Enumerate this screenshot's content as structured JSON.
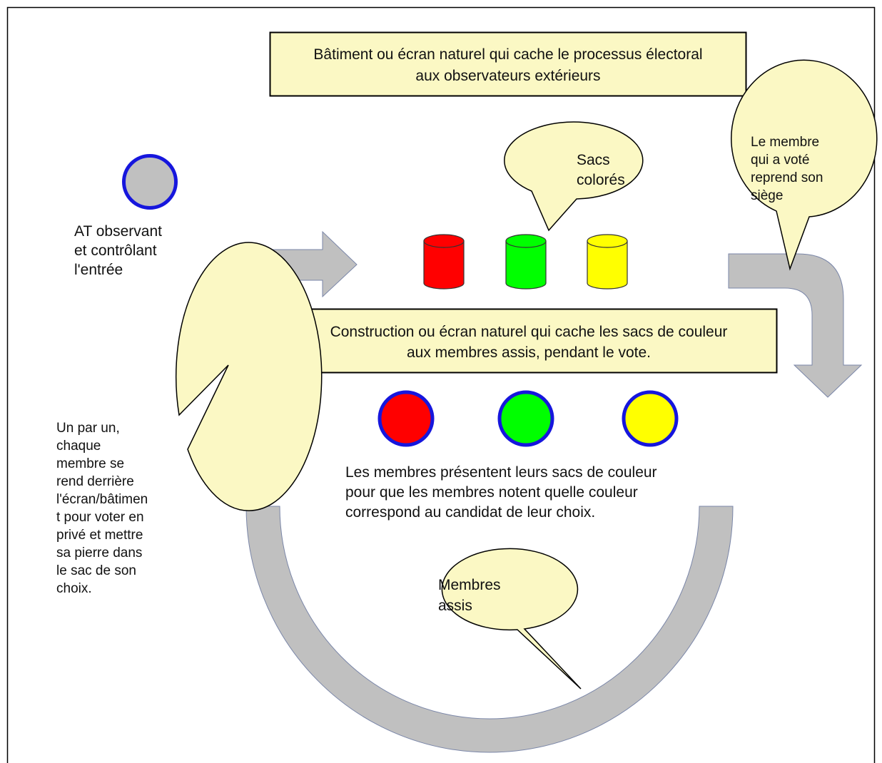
{
  "diagram": {
    "top_box": {
      "lines": [
        "Bâtiment ou écran naturel qui cache le processus électoral",
        "aux observateurs extérieurs"
      ]
    },
    "middle_box": {
      "lines": [
        "Construction ou écran naturel qui cache les sacs de couleur",
        "aux membres assis, pendant le vote."
      ]
    },
    "observer": {
      "lines": [
        "AT observant",
        "et contrôlant",
        "l'entrée"
      ]
    },
    "bags_callout": {
      "lines": [
        "Sacs",
        "colorés"
      ]
    },
    "return_callout": {
      "lines": [
        "Le membre",
        "qui a voté",
        "reprend son",
        "siège"
      ]
    },
    "vote_callout": {
      "lines": [
        "Un par un,",
        "chaque",
        "membre se",
        "rend derrière",
        "l'écran/bâtimen",
        "t pour voter en",
        "privé et mettre",
        "sa pierre dans",
        "le sac de son",
        "choix."
      ]
    },
    "present_text": {
      "lines": [
        "Les membres présentent leurs sacs de couleur",
        "pour que les membres notent quelle couleur",
        "correspond au candidat de leur choix."
      ]
    },
    "seated_callout": {
      "lines": [
        "Membres",
        "assis"
      ]
    },
    "colors": {
      "box_fill": "#fbf8c4",
      "callout_fill": "#fbf8c4",
      "arrow_fill": "#c0c0c0",
      "red": "#ff0000",
      "green": "#00ff00",
      "yellow": "#ffff00",
      "gray": "#c0c0c0",
      "circle_border": "#1616dd"
    }
  }
}
